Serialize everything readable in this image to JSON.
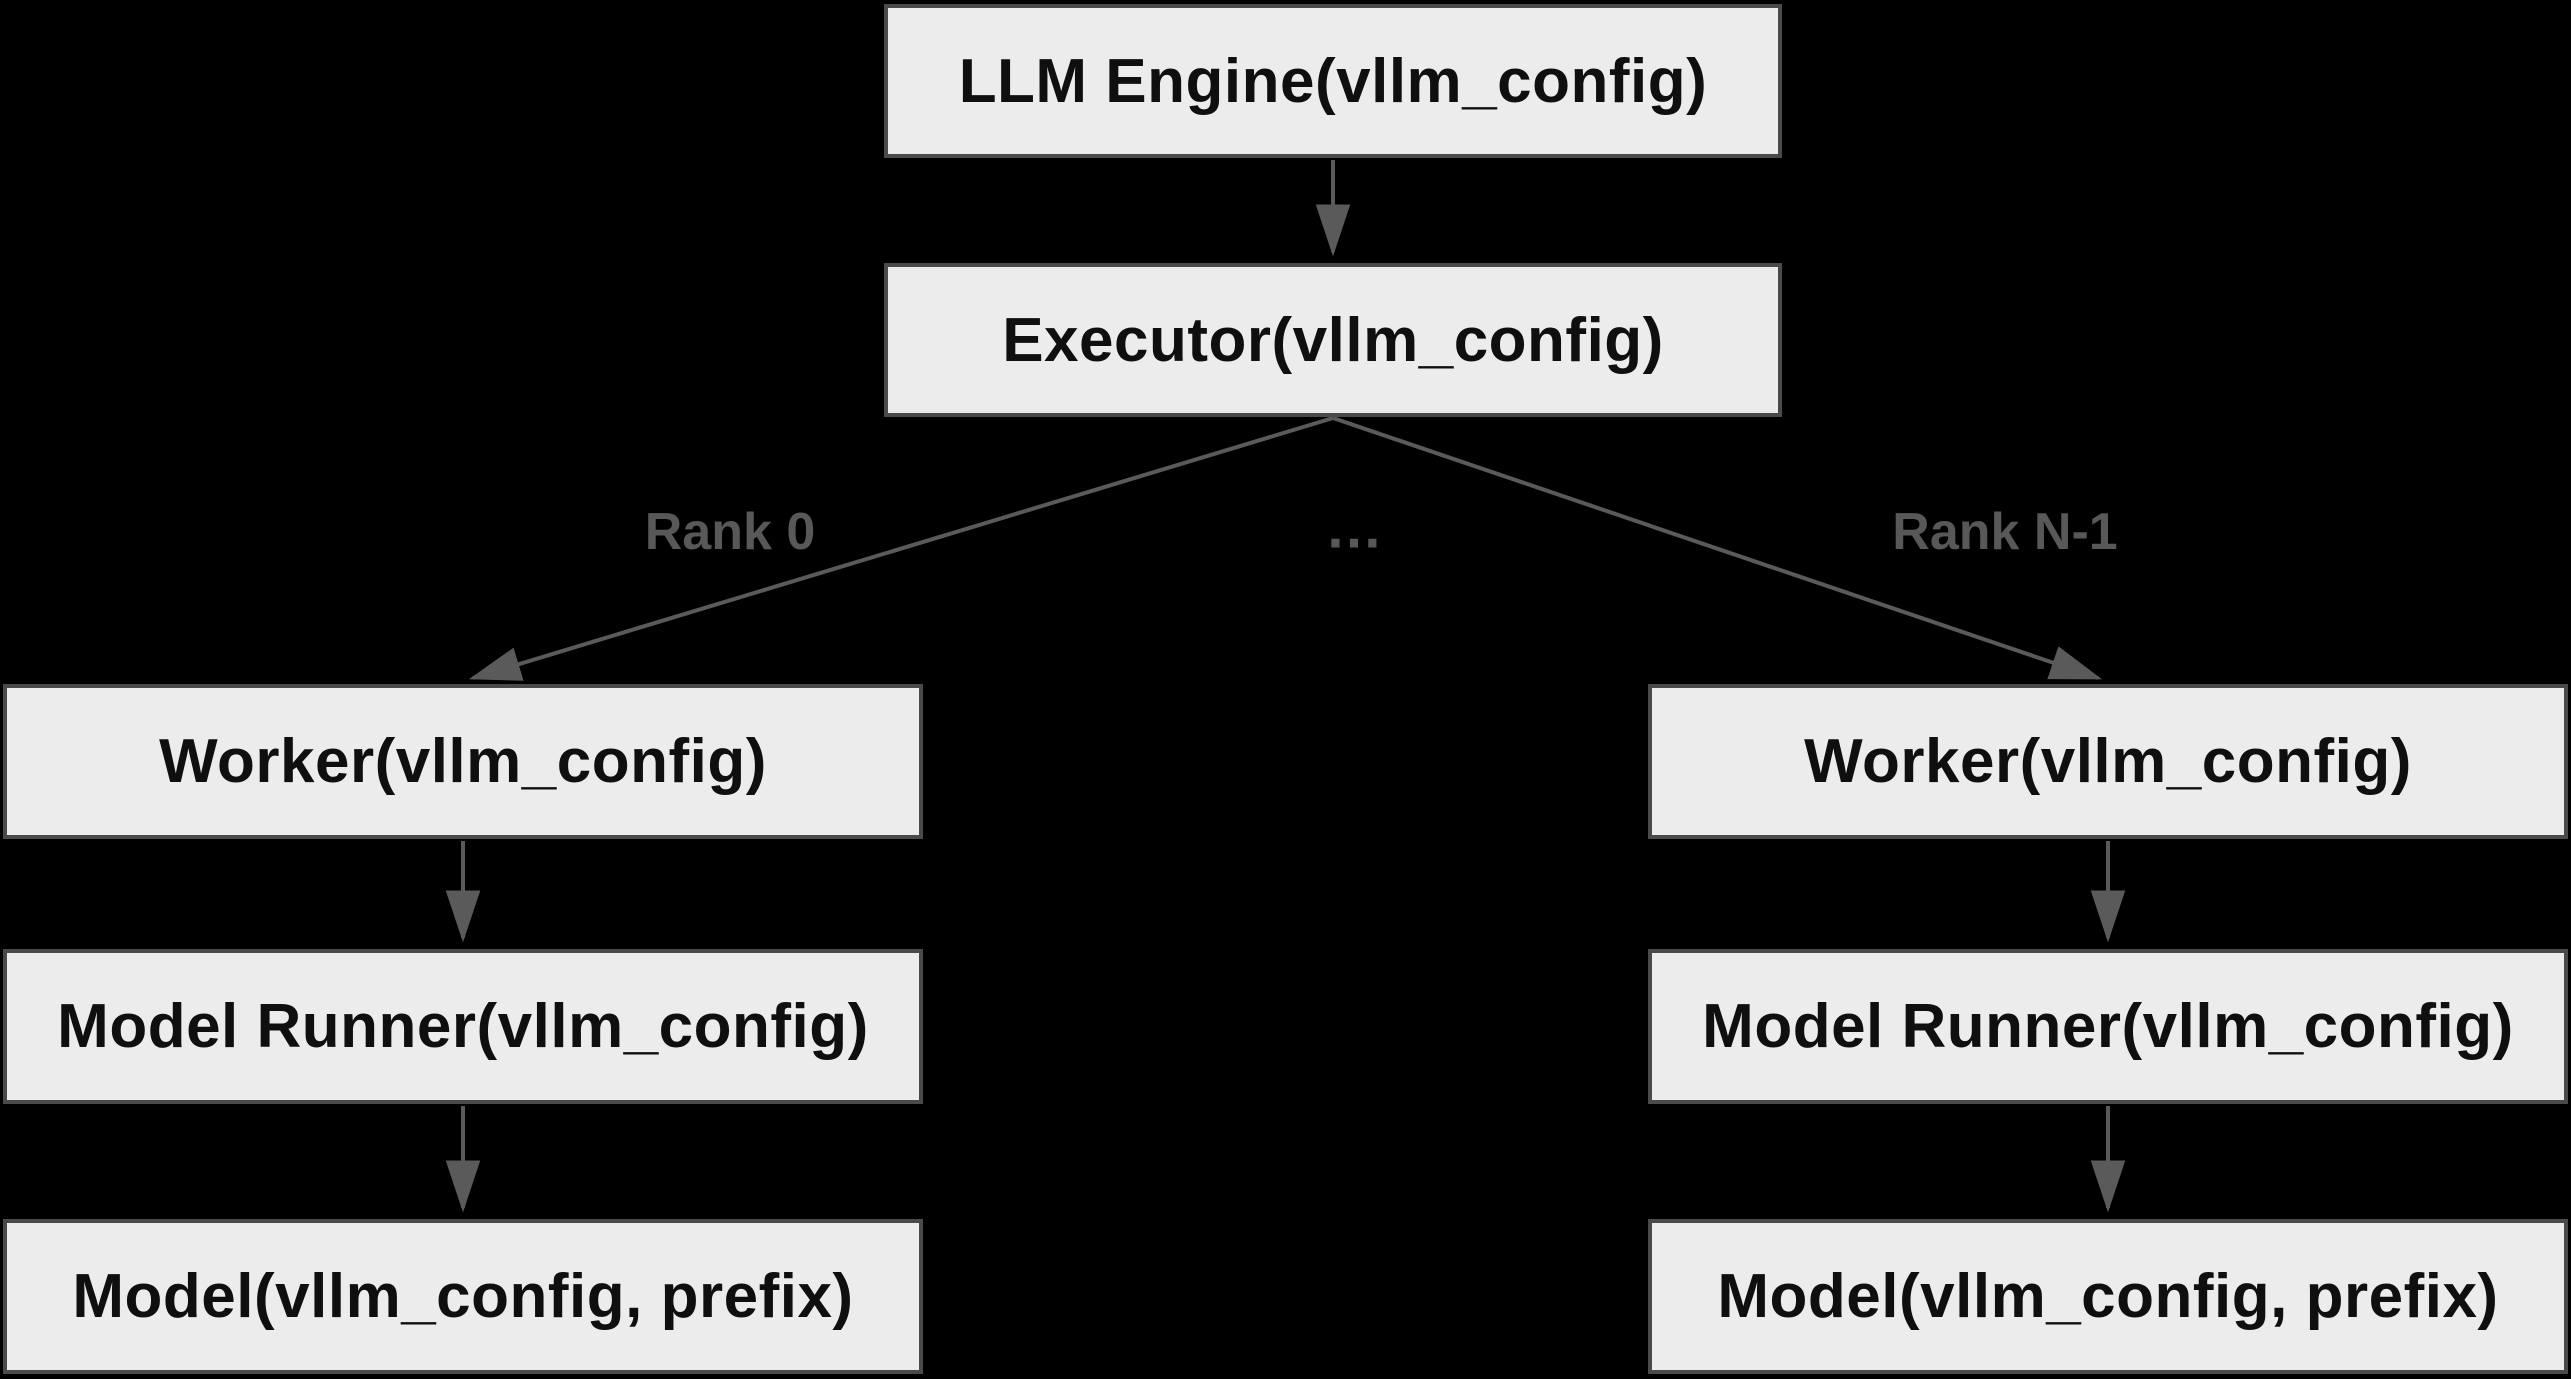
{
  "diagram": {
    "title": "LLM Engine / Executor / Worker architecture diagram",
    "colors": {
      "background": "#000000",
      "box_fill": "#ececec",
      "box_border": "#4a4a4a",
      "box_text": "#0f0f0f",
      "arrow": "#5a5a5a",
      "edge_label": "#585858"
    },
    "nodes": {
      "llm_engine": {
        "label": "LLM Engine(vllm_config)"
      },
      "executor": {
        "label": "Executor(vllm_config)"
      },
      "worker_left": {
        "label": "Worker(vllm_config)"
      },
      "model_runner_left": {
        "label": "Model Runner(vllm_config)"
      },
      "model_left": {
        "label": "Model(vllm_config, prefix)"
      },
      "worker_right": {
        "label": "Worker(vllm_config)"
      },
      "model_runner_right": {
        "label": "Model Runner(vllm_config)"
      },
      "model_right": {
        "label": "Model(vllm_config, prefix)"
      }
    },
    "edge_labels": {
      "rank0": "Rank 0",
      "ellipsis": "…",
      "rank_n_minus_1": "Rank N-1"
    }
  }
}
